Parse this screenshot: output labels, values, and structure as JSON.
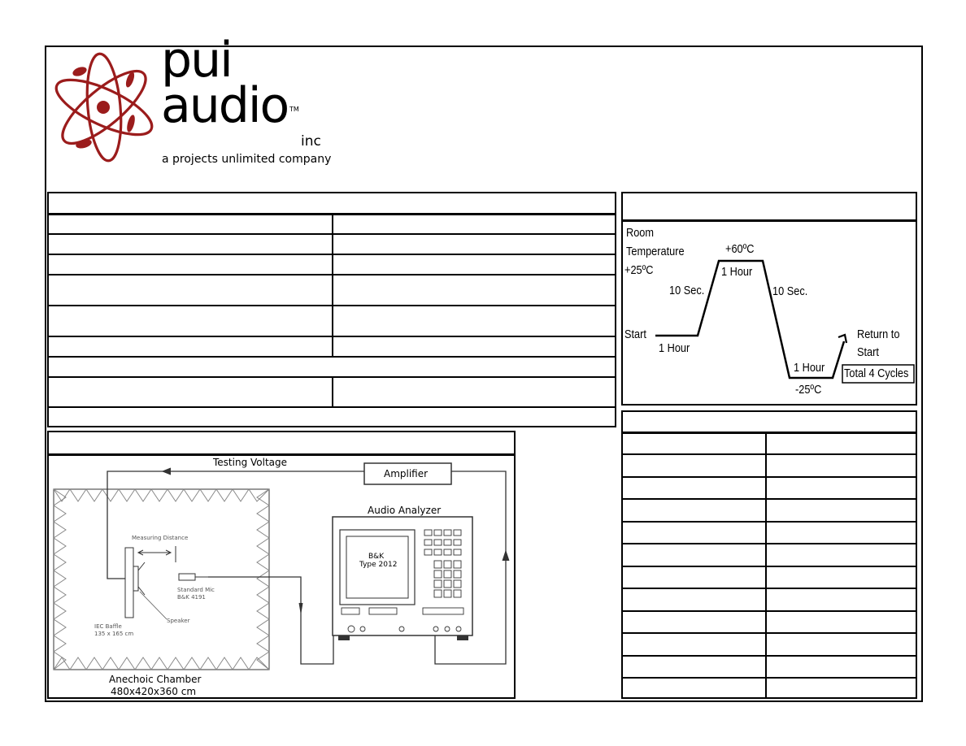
{
  "logo": {
    "brand_line1": "pui",
    "brand_line2": "audio",
    "trademark": "TM",
    "suffix": "inc",
    "tagline": "a projects unlimited company"
  },
  "temp_cycle": {
    "room": "Room",
    "temperature": "Temperature",
    "room_temp": "+25ºC",
    "start": "Start",
    "hour1": "1 Hour",
    "rise": "10 Sec.",
    "high_temp": "+60ºC",
    "hour2": "1 Hour",
    "fall": "10 Sec.",
    "hour3": "1 Hour",
    "low_temp": "-25ºC",
    "return1": "Return to",
    "return2": "Start",
    "total": "Total 4 Cycles"
  },
  "test_setup": {
    "testing_voltage": "Testing Voltage",
    "amplifier": "Amplifier",
    "audio_analyzer": "Audio Analyzer",
    "analyzer_model1": "B&K",
    "analyzer_model2": "Type 2012",
    "measuring_distance": "Measuring Distance",
    "mic1": "Standard Mic",
    "mic2": "B&K 4191",
    "speaker": "Speaker",
    "baffle1": "IEC Baffle",
    "baffle2": "135 x 165 cm",
    "chamber1": "Anechoic Chamber",
    "chamber2": "480x420x360 cm"
  }
}
